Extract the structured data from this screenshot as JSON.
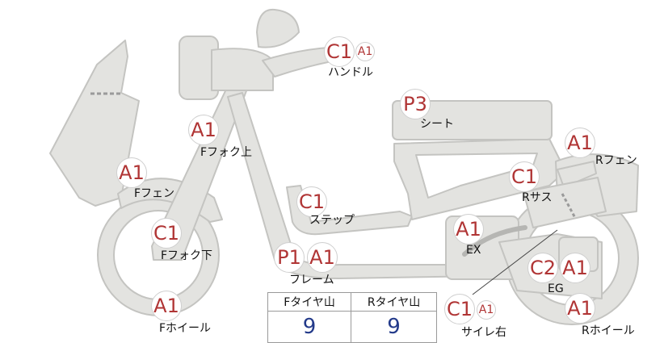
{
  "parts": [
    {
      "id": "handle",
      "label": "ハンドル",
      "badges": [
        {
          "grade": "C1",
          "size": "lg"
        },
        {
          "grade": "A1",
          "size": "sm"
        }
      ]
    },
    {
      "id": "seat",
      "label": "シート",
      "badges": [
        {
          "grade": "P3",
          "size": "lg"
        }
      ]
    },
    {
      "id": "ffork-upper",
      "label": "Fフォク上",
      "badges": [
        {
          "grade": "A1",
          "size": "lg"
        }
      ]
    },
    {
      "id": "rfender",
      "label": "Rフェン",
      "badges": [
        {
          "grade": "A1",
          "size": "lg"
        }
      ]
    },
    {
      "id": "ffender",
      "label": "Fフェン",
      "badges": [
        {
          "grade": "A1",
          "size": "lg"
        }
      ]
    },
    {
      "id": "rsus",
      "label": "Rサス",
      "badges": [
        {
          "grade": "C1",
          "size": "lg"
        }
      ]
    },
    {
      "id": "step",
      "label": "ステップ",
      "badges": [
        {
          "grade": "C1",
          "size": "lg"
        }
      ]
    },
    {
      "id": "ex",
      "label": "EX",
      "badges": [
        {
          "grade": "A1",
          "size": "lg"
        }
      ]
    },
    {
      "id": "ffork-lower",
      "label": "Fフォク下",
      "badges": [
        {
          "grade": "C1",
          "size": "lg"
        }
      ]
    },
    {
      "id": "frame",
      "label": "フレーム",
      "badges": [
        {
          "grade": "P1",
          "size": "lg"
        },
        {
          "grade": "A1",
          "size": "lg"
        }
      ]
    },
    {
      "id": "eg",
      "label": "EG",
      "badges": [
        {
          "grade": "C2",
          "size": "lg"
        },
        {
          "grade": "A1",
          "size": "lg"
        }
      ]
    },
    {
      "id": "fwheel",
      "label": "Fホイール",
      "badges": [
        {
          "grade": "A1",
          "size": "lg"
        }
      ]
    },
    {
      "id": "muffler-right",
      "label": "サイレ右",
      "badges": [
        {
          "grade": "C1",
          "size": "lg"
        },
        {
          "grade": "A1",
          "size": "sm"
        }
      ]
    },
    {
      "id": "rwheel",
      "label": "Rホイール",
      "badges": [
        {
          "grade": "A1",
          "size": "lg"
        }
      ]
    }
  ],
  "tire_table": {
    "front_header": "Fタイヤ山",
    "rear_header": "Rタイヤ山",
    "front_value": "9",
    "rear_value": "9"
  },
  "colors": {
    "body_fill": "#e3e3e0",
    "body_stroke": "#c4c4c1",
    "grade_text": "#b03535",
    "tire_value": "#233a8a"
  }
}
